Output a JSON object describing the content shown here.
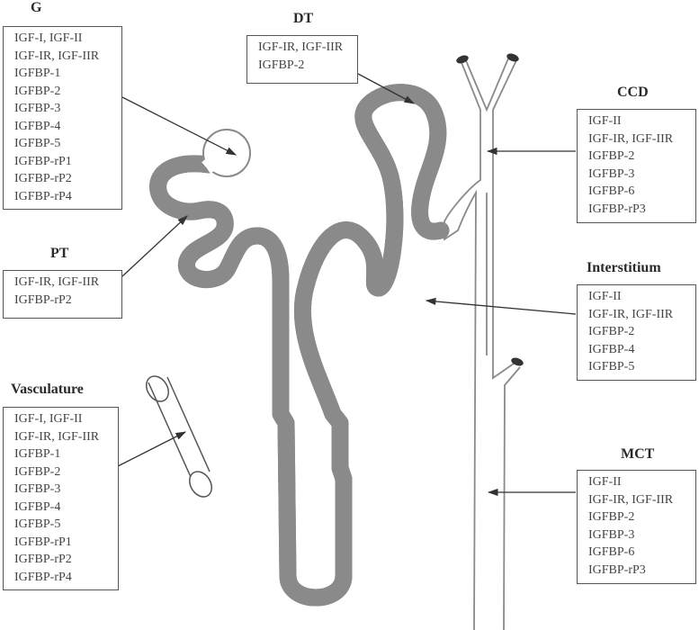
{
  "labels": [
    {
      "id": "g",
      "title": "G",
      "items": [
        "IGF-I, IGF-II",
        "IGF-IR, IGF-IIR",
        "IGFBP-1",
        "IGFBP-2",
        "IGFBP-3",
        "IGFBP-4",
        "IGFBP-5",
        "IGFBP-rP1",
        "IGFBP-rP2",
        "IGFBP-rP4"
      ]
    },
    {
      "id": "dt",
      "title": "DT",
      "items": [
        "IGF-IR, IGF-IIR",
        "IGFBP-2"
      ]
    },
    {
      "id": "ccd",
      "title": "CCD",
      "items": [
        "IGF-II",
        "IGF-IR, IGF-IIR",
        "IGFBP-2",
        "IGFBP-3",
        "IGFBP-6",
        "IGFBP-rP3"
      ]
    },
    {
      "id": "pt",
      "title": "PT",
      "items": [
        "IGF-IR, IGF-IIR",
        "IGFBP-rP2"
      ]
    },
    {
      "id": "interstitium",
      "title": "Interstitium",
      "items": [
        "IGF-II",
        "IGF-IR, IGF-IIR",
        "IGFBP-2",
        "IGFBP-4",
        "IGFBP-5"
      ]
    },
    {
      "id": "vasculature",
      "title": "Vasculature",
      "items": [
        "IGF-I, IGF-II",
        "IGF-IR, IGF-IIR",
        "IGFBP-1",
        "IGFBP-2",
        "IGFBP-3",
        "IGFBP-4",
        "IGFBP-5",
        "IGFBP-rP1",
        "IGFBP-rP2",
        "IGFBP-rP4"
      ]
    },
    {
      "id": "mct",
      "title": "MCT",
      "items": [
        "IGF-II",
        "IGF-IR, IGF-IIR",
        "IGFBP-2",
        "IGFBP-3",
        "IGFBP-6",
        "IGFBP-rP3"
      ]
    }
  ]
}
